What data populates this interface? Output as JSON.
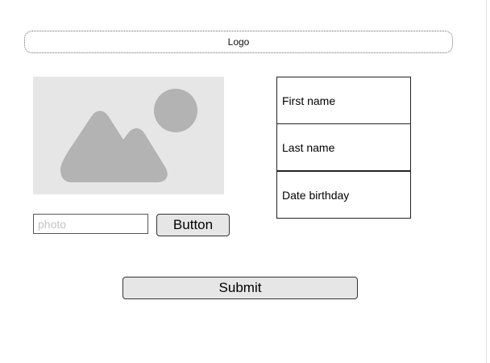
{
  "header": {
    "logo_text": "Logo"
  },
  "media": {
    "image_icon": "image-placeholder-icon",
    "photo_input": {
      "value": "",
      "placeholder": "photo"
    },
    "upload_button_label": "Button"
  },
  "form": {
    "fields": [
      {
        "label": "First name"
      },
      {
        "label": "Last name"
      },
      {
        "label": "Date birthday"
      }
    ],
    "submit_label": "Submit"
  },
  "colors": {
    "placeholder_bg": "#e6e6e6",
    "placeholder_shape": "#b3b3b3",
    "button_bg": "#e6e6e6",
    "border": "#222222"
  }
}
